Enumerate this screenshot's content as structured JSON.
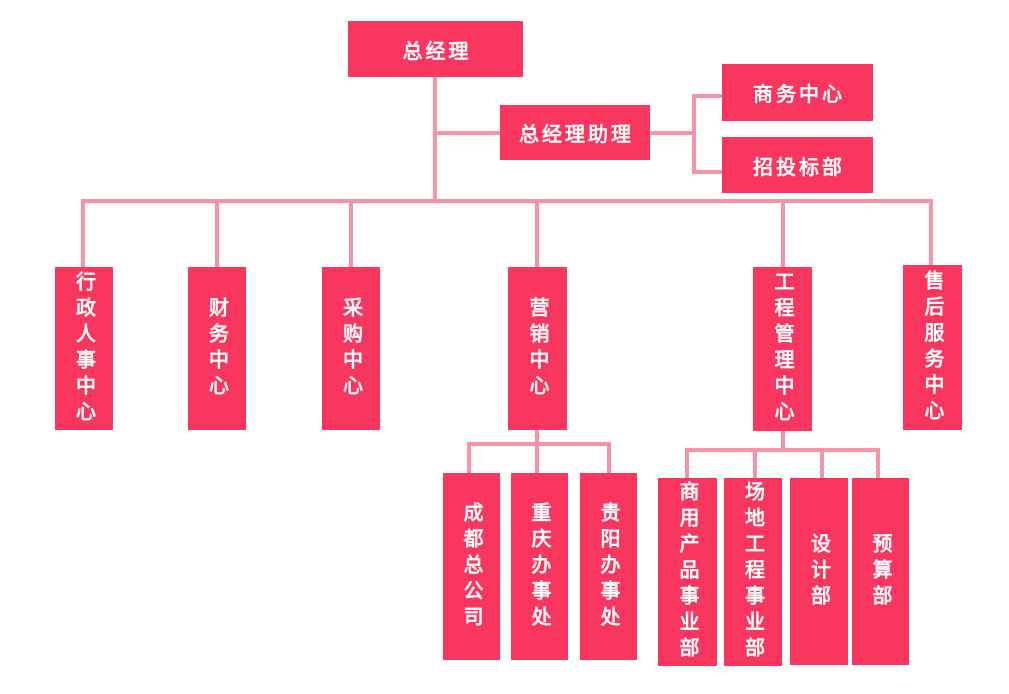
{
  "palette": {
    "box_fill": "#f8365e",
    "connector": "#f793a8",
    "text_color": "#ffffff"
  },
  "org": {
    "root": {
      "label": "总经理"
    },
    "assistant": {
      "label": "总经理助理",
      "departments": [
        {
          "label": "商务中心"
        },
        {
          "label": "招投标部"
        }
      ]
    },
    "centers": [
      {
        "label": "行政人事中心"
      },
      {
        "label": "财务中心"
      },
      {
        "label": "采购中心"
      },
      {
        "label": "营销中心",
        "children": [
          {
            "label": "成都总公司"
          },
          {
            "label": "重庆办事处"
          },
          {
            "label": "贵阳办事处"
          }
        ]
      },
      {
        "label": "工程管理中心",
        "children": [
          {
            "label": "商用产品事业部"
          },
          {
            "label": "场地工程事业部"
          },
          {
            "label": "设计部"
          },
          {
            "label": "预算部"
          }
        ]
      },
      {
        "label": "售后服务中心"
      }
    ]
  }
}
